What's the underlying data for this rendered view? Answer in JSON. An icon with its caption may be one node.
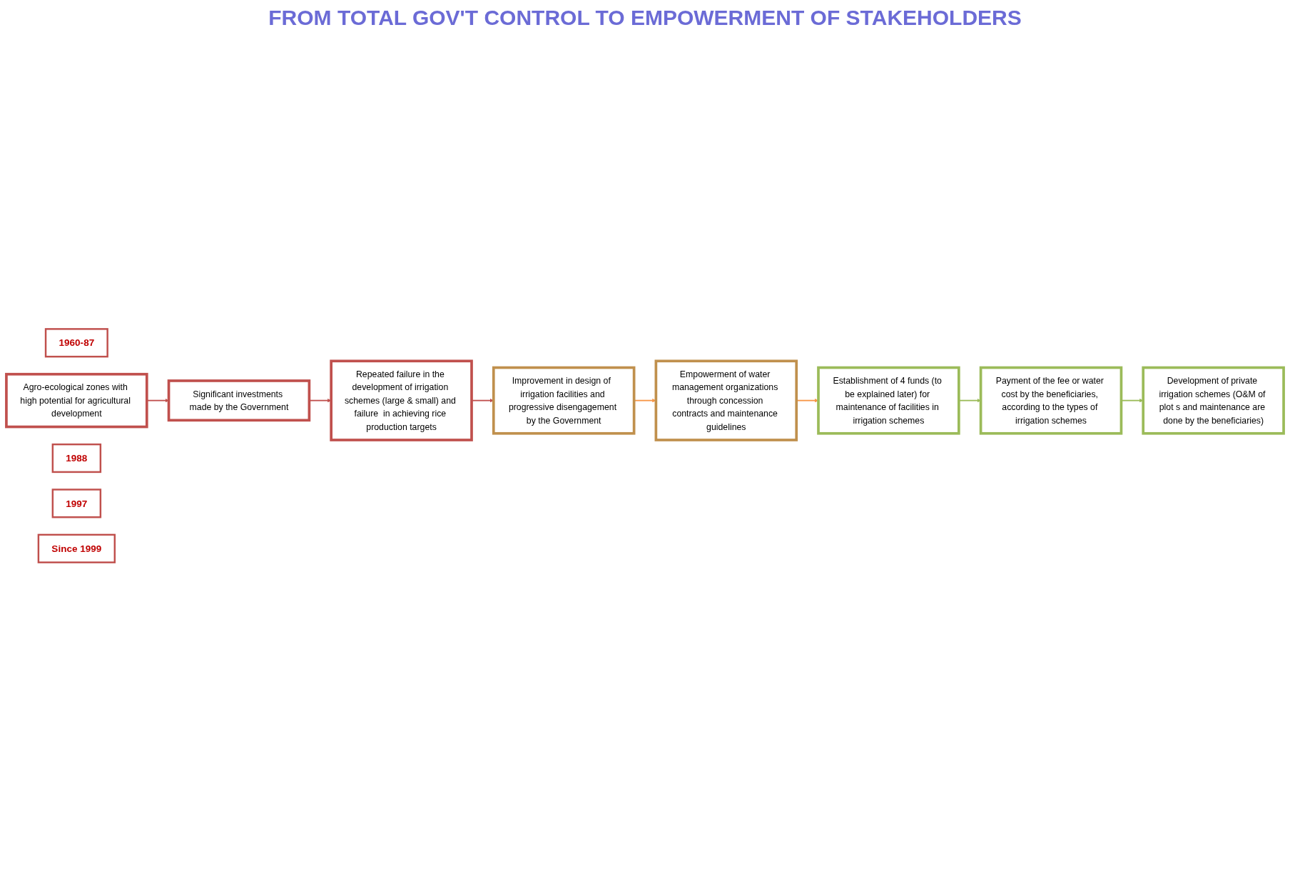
{
  "diagram": {
    "title": "FROM TOTAL GOV'T CONTROL TO EMPOWERMENT OF STAKEHOLDERS",
    "nodes": [
      {
        "text": [
          "1960-87"
        ]
      },
      {
        "text": [
          "Agro-ecological zones with high potential for agricultural development"
        ]
      },
      {
        "text": [
          "Significant investments made by the Government"
        ]
      },
      {
        "text": [
          "Repeated failure in the development of irrigation schemes (large & small) and failure  in achieving rice production targets"
        ]
      },
      {
        "text": [
          "1988"
        ]
      },
      {
        "text": [
          "1997"
        ]
      },
      {
        "text": [
          "Improvement in design of  irrigation facilities and progressive disengagement by the Government"
        ]
      },
      {
        "text": [
          "Empowerment of water management organizations through concession contracts and maintenance guidelines"
        ]
      },
      {
        "text": [
          "Establishment of 4 funds (to be explained later) for maintenance of facilities in irrigation schemes"
        ]
      },
      {
        "text": [
          "Since 1999"
        ]
      },
      {
        "text": [
          "Payment of the fee or water cost by the beneficiaries, according to the types of irrigation schemes"
        ]
      },
      {
        "text": [
          "Development of private irrigation schemes (O&M of plot s and maintenance are done by the beneficiaries)"
        ]
      }
    ],
    "edges": [
      {
        "from": 1,
        "to": 2,
        "arrow": "to"
      },
      {
        "from": 2,
        "to": 3,
        "arrow": "to"
      },
      {
        "from": 3,
        "to": 6,
        "arrow": "to"
      },
      {
        "from": 6,
        "to": 7,
        "arrow": "to",
        "color": "#f79646"
      },
      {
        "from": 7,
        "to": 8,
        "arrow": "to",
        "color": "#f79646"
      },
      {
        "from": 8,
        "to": 10,
        "arrow": "to",
        "color": "#9bbb59"
      },
      {
        "from": 10,
        "to": 11,
        "arrow": "to",
        "color": "#9bbb59"
      }
    ]
  }
}
